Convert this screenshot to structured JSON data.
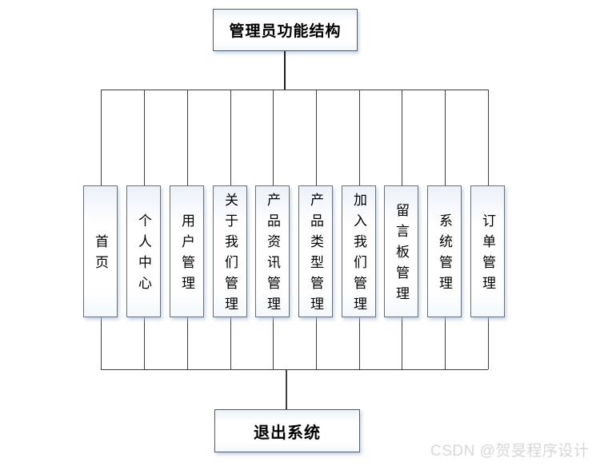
{
  "chart": {
    "root": "管理员功能结构",
    "exit": "退出系统",
    "branches": [
      {
        "label": "首页"
      },
      {
        "label": "个人中心"
      },
      {
        "label": "用户管理"
      },
      {
        "label": "关于我们管理"
      },
      {
        "label": "产品资讯管理"
      },
      {
        "label": "产品类型管理"
      },
      {
        "label": "加入我们管理"
      },
      {
        "label": "留言板管理"
      },
      {
        "label": "系统管理"
      },
      {
        "label": "订单管理"
      }
    ]
  },
  "watermark": {
    "text": "CSDN @贺旻程序设计"
  },
  "colors": {
    "background": "#ffffff",
    "box_border": "#6e6e6e",
    "box_tint": "#ecf2fa",
    "line": "#3d3d3d",
    "text": "#000000",
    "watermark": "#d7d7d7"
  }
}
